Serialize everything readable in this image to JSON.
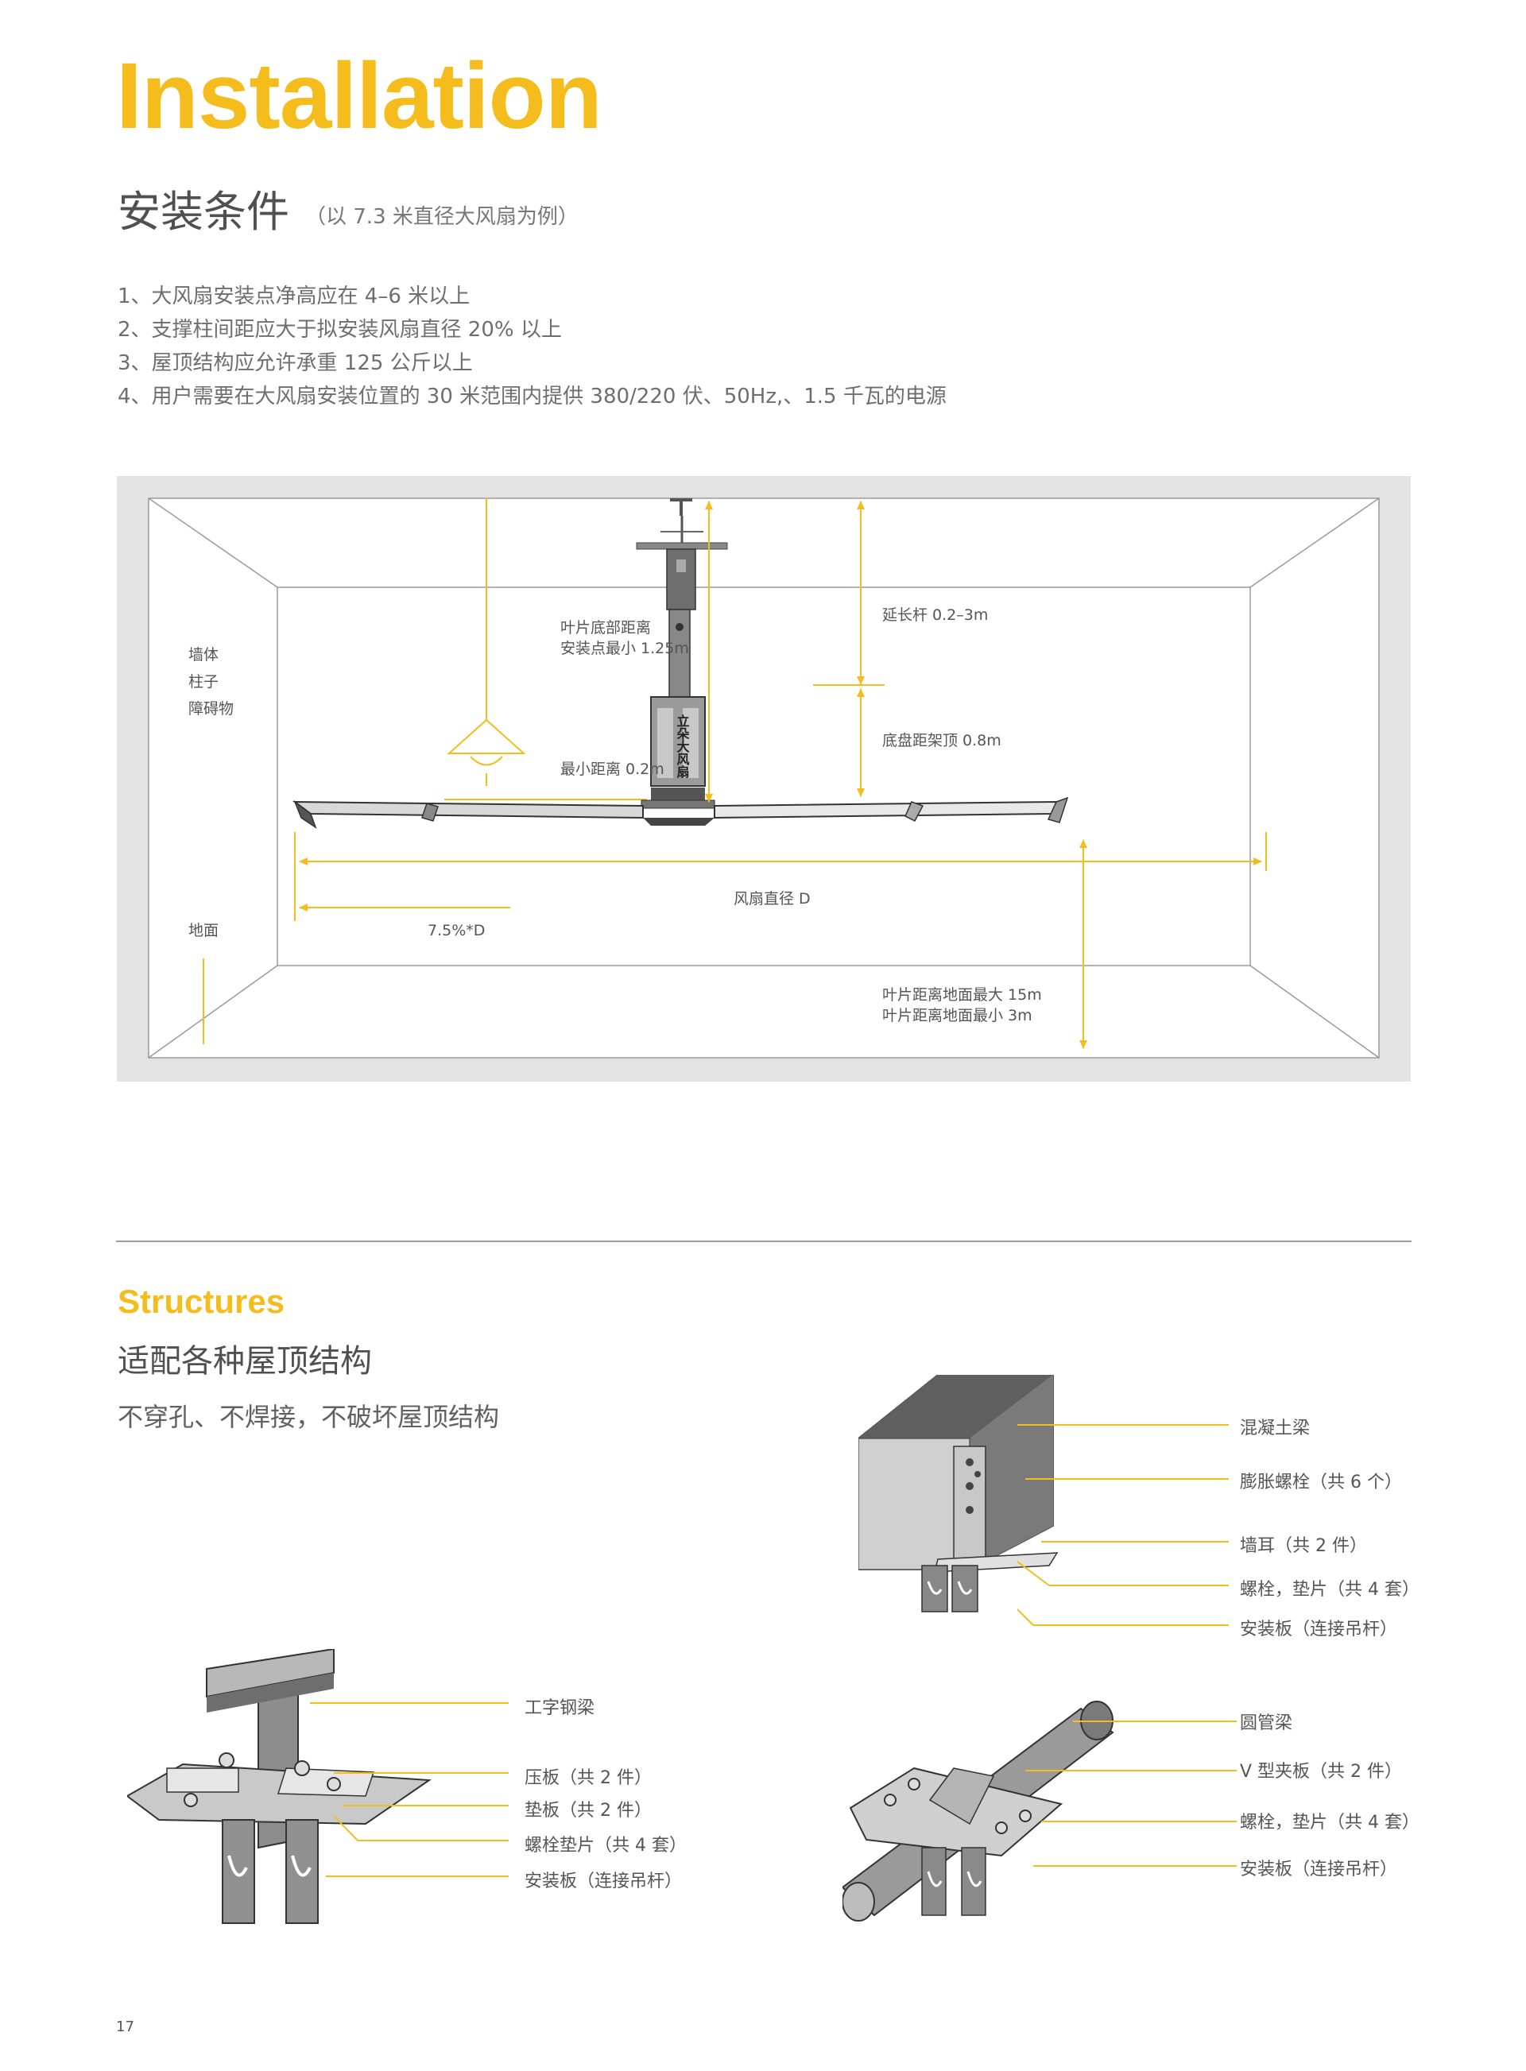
{
  "header": {
    "title": "Installation",
    "subtitle": "安装条件",
    "subtitle_note": "（以 7.3 米直径大风扇为例）"
  },
  "conditions": [
    "1、大风扇安装点净高应在 4–6 米以上",
    "2、支撑柱间距应大于拟安装风扇直径 20% 以上",
    "3、屋顶结构应允许承重 125 公斤以上",
    "4、用户需要在大风扇安装位置的 30 米范围内提供 380/220 伏、50Hz,、1.5 千瓦的电源"
  ],
  "diagram": {
    "obstacles": [
      "墙体",
      "柱子",
      "障碍物"
    ],
    "floor": "地面",
    "blade_bottom_1": "叶片底部距离",
    "blade_bottom_2": "安装点最小 1.25m",
    "min_distance": "最小距离 0.2m",
    "extension_rod": "延长杆 0.2–3m",
    "chassis_top": "底盘距架顶 0.8m",
    "fan_diameter": "风扇直径 D",
    "offset": "7.5%*D",
    "ground_max": "叶片距离地面最大 15m",
    "ground_min": "叶片距离地面最小 3m",
    "logo_text": "立朵大风扇"
  },
  "structures": {
    "title": "Structures",
    "subtitle": "适配各种屋顶结构",
    "tagline": "不穿孔、不焊接，不破坏屋顶结构",
    "concrete": [
      "混凝土梁",
      "膨胀螺栓（共 6 个）",
      "墙耳（共 2 件）",
      "螺栓，垫片（共 4 套）",
      "安装板（连接吊杆）"
    ],
    "ibeam": [
      "工字钢梁",
      "压板（共 2 件）",
      "垫板（共 2 件）",
      "螺栓垫片（共 4 套）",
      "安装板（连接吊杆）"
    ],
    "pipe": [
      "圆管梁",
      "V 型夹板（共 2 件）",
      "螺栓，垫片（共 4 套）",
      "安装板（连接吊杆）"
    ]
  },
  "page_number": "17",
  "colors": {
    "accent": "#f4bd1d",
    "panel": "#e3e3e3"
  }
}
